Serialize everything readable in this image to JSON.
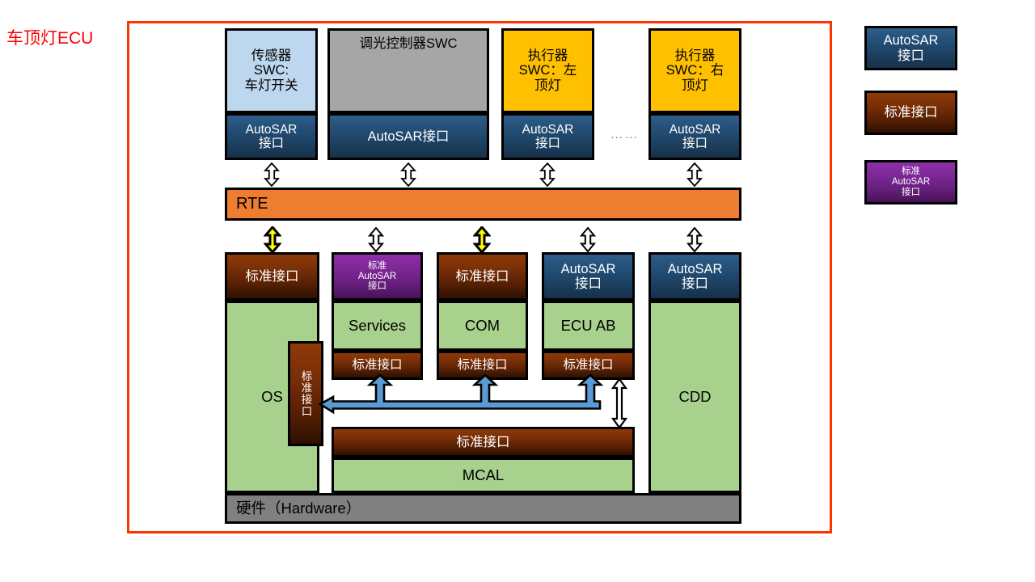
{
  "diagram": {
    "title": "车顶灯ECU",
    "title_color": "#FF0000",
    "frame_color": "#FF3300"
  },
  "swc_layer": {
    "components": [
      {
        "name": "传感器\nSWC:\n车灯开关",
        "fill": "#BDD7EE",
        "interface": "AutoSAR\n接口",
        "interface_type": "autosar"
      },
      {
        "name": "调光控制器SWC",
        "fill": "#A6A6A6",
        "interface": "AutoSAR接口",
        "interface_type": "autosar"
      },
      {
        "name": "执行器\nSWC：左\n顶灯",
        "fill": "#FFC000",
        "interface": "AutoSAR\n接口",
        "interface_type": "autosar"
      },
      {
        "name": "执行器\nSWC：右\n顶灯",
        "fill": "#FFC000",
        "interface": "AutoSAR\n接口",
        "interface_type": "autosar"
      }
    ],
    "ellipsis": "……"
  },
  "rte": {
    "label": "RTE",
    "fill": "#ED7D31"
  },
  "bsw_layer": {
    "columns": [
      {
        "top_interface": "标准接口",
        "top_interface_type": "std",
        "body": "OS",
        "body_fill": "#A9D18E",
        "arrow_from_rte": "yellow"
      },
      {
        "top_interface": "标准\nAutoSAR\n接口",
        "top_interface_type": "std-autosar",
        "body": "Services",
        "body_fill": "#A9D18E",
        "bottom_interface": "标准接口",
        "arrow_from_rte": "white"
      },
      {
        "top_interface": "标准接口",
        "top_interface_type": "std",
        "body": "COM",
        "body_fill": "#A9D18E",
        "bottom_interface": "标准接口",
        "arrow_from_rte": "yellow"
      },
      {
        "top_interface": "AutoSAR\n接口",
        "top_interface_type": "autosar",
        "body": "ECU AB",
        "body_fill": "#A9D18E",
        "bottom_interface": "标准接口",
        "arrow_from_rte": "white"
      },
      {
        "top_interface": "AutoSAR\n接口",
        "top_interface_type": "autosar",
        "body": "CDD",
        "body_fill": "#A9D18E",
        "arrow_from_rte": "white"
      }
    ],
    "os_side_interface": "标准接口",
    "mcal_interface": "标准接口",
    "mcal": "MCAL",
    "hardware": "硬件（Hardware）"
  },
  "legend": {
    "items": [
      {
        "label": "AutoSAR\n接口",
        "type": "autosar"
      },
      {
        "label": "标准接口",
        "type": "std"
      },
      {
        "label": "标准\nAutoSAR\n接口",
        "type": "std-autosar"
      }
    ]
  }
}
